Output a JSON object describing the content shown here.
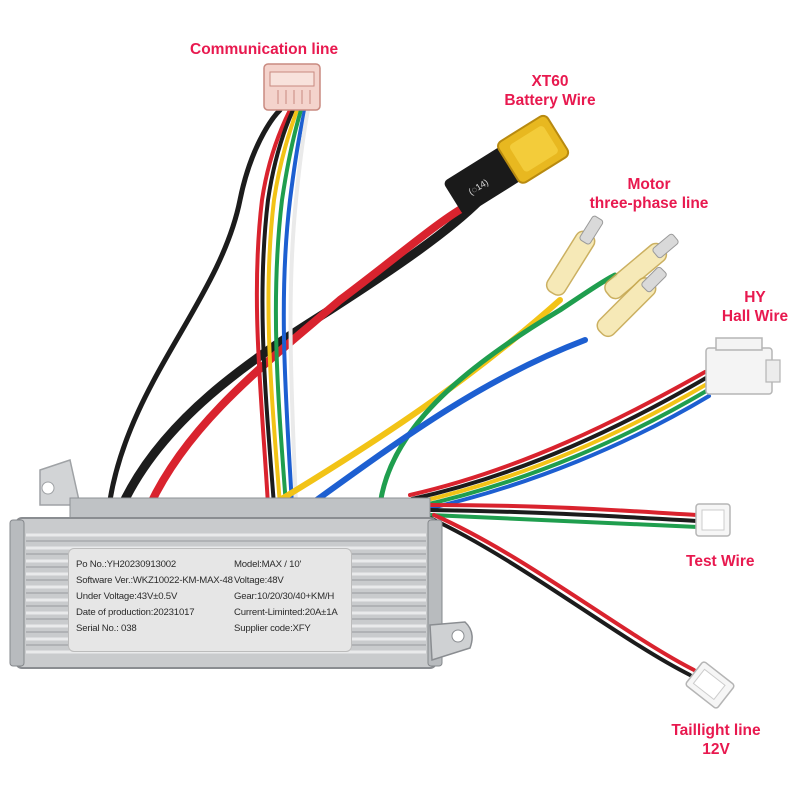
{
  "labels": {
    "communication": "Communication line",
    "battery_line1": "XT60",
    "battery_line2": "Battery Wire",
    "motor_line1": "Motor",
    "motor_line2": "three-phase line",
    "hall_line1": "HY",
    "hall_line2": "Hall Wire",
    "test": "Test Wire",
    "taillight_line1": "Taillight line",
    "taillight_line2": "12V"
  },
  "sticker": {
    "left": [
      "Po No.:YH20230913002",
      "Software Ver.:WKZ10022-KM-MAX-48",
      "Under Voltage:43V±0.5V",
      "Date of production:20231017",
      "Serial No.:  038"
    ],
    "right": [
      "Model:MAX / 10'",
      "Voltage:48V",
      "Gear:10/20/30/40+KM/H",
      "Current-Liminted:20A±1A",
      "Supplier code:XFY"
    ]
  },
  "connector_text": "(◌14)",
  "colors": {
    "label_color": "#e8194f",
    "wire_red": "#d9232e",
    "wire_black": "#1c1c1c",
    "wire_yellow": "#f2c316",
    "wire_green": "#1f9e4e",
    "wire_blue": "#1d5fd1",
    "connector_xt60": "#e8b820",
    "housing": "#c9cbcd"
  }
}
